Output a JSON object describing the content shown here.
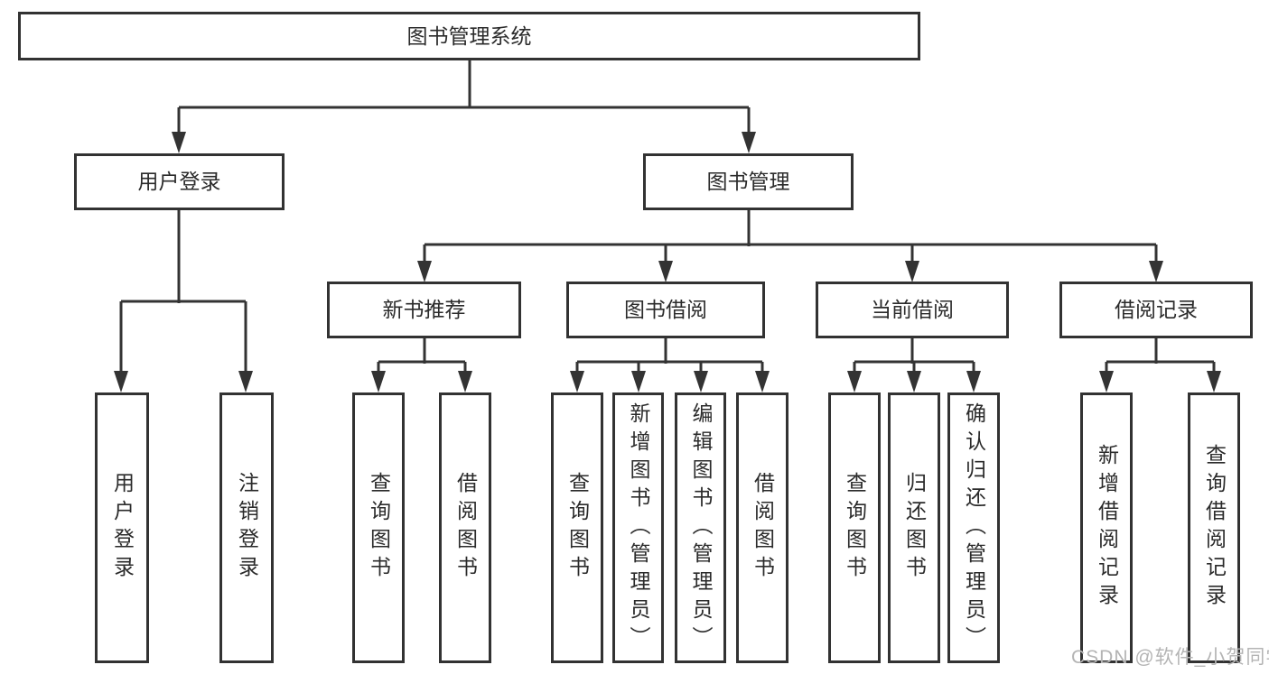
{
  "colors": {
    "line": "#333333",
    "box_border": "#323232",
    "text": "#2b2b2b",
    "background": "#ffffff",
    "watermark": "#b4b4b4"
  },
  "tree": {
    "root": {
      "label": "图书管理系统"
    },
    "level2": [
      {
        "label": "用户登录"
      },
      {
        "label": "图书管理"
      }
    ],
    "level3": [
      {
        "label": "新书推荐"
      },
      {
        "label": "图书借阅"
      },
      {
        "label": "当前借阅"
      },
      {
        "label": "借阅记录"
      }
    ],
    "leaves": {
      "user_login": [
        "用户登录",
        "注销登录"
      ],
      "new_book_recommend": [
        "查询图书",
        "借阅图书"
      ],
      "book_borrow": [
        "查询图书",
        "新增图书（管理员）",
        "编辑图书（管理员）",
        "借阅图书"
      ],
      "current_borrow": [
        "查询图书",
        "归还图书",
        "确认归还（管理员）"
      ],
      "borrow_records": [
        "新增借阅记录",
        "查询借阅记录"
      ]
    }
  },
  "watermark": {
    "text": "CSDN @软件_小贺同学"
  }
}
